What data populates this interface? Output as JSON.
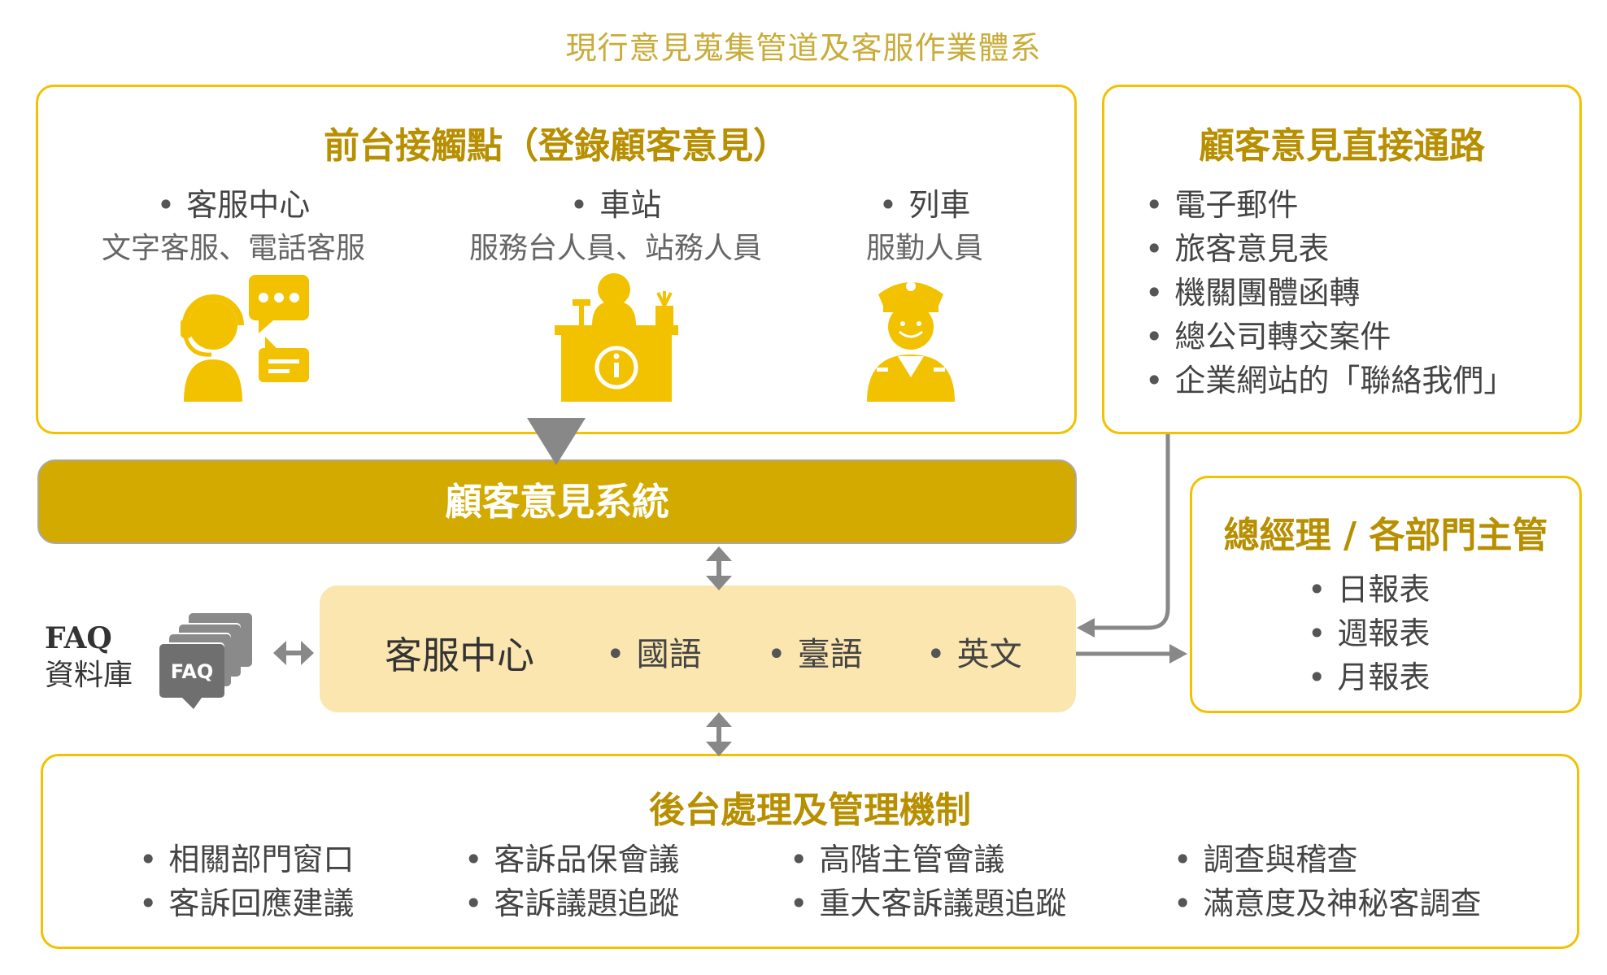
{
  "title": "現行意見蒐集管道及客服作業體系",
  "front": {
    "heading": "前台接觸點（登錄顧客意見）",
    "columns": [
      {
        "label": "客服中心",
        "sub": "文字客服、電話客服",
        "icon": "customer-service-headset-icon"
      },
      {
        "label": "車站",
        "sub": "服務台人員、站務人員",
        "icon": "station-service-desk-icon"
      },
      {
        "label": "列車",
        "sub": "服勤人員",
        "icon": "train-crew-icon"
      }
    ]
  },
  "direct": {
    "heading": "顧客意見直接通路",
    "items": [
      "電子郵件",
      "旅客意見表",
      "機關團體函轉",
      "總公司轉交案件",
      "企業網站的「聯絡我們」"
    ]
  },
  "system": {
    "label": "顧客意見系統"
  },
  "faq": {
    "label_en": "FAQ",
    "label_zh": "資料庫",
    "icon_text": "FAQ"
  },
  "cs_center": {
    "label": "客服中心",
    "languages": [
      "國語",
      "臺語",
      "英文"
    ]
  },
  "gm": {
    "heading": "總經理 / 各部門主管",
    "items": [
      "日報表",
      "週報表",
      "月報表"
    ]
  },
  "back": {
    "heading": "後台處理及管理機制",
    "columns": [
      [
        "相關部門窗口",
        "客訴回應建議"
      ],
      [
        "客訴品保會議",
        "客訴議題追蹤"
      ],
      [
        "高階主管會議",
        "重大客訴議題追蹤"
      ],
      [
        "調查與稽查",
        "滿意度及神秘客調查"
      ]
    ]
  },
  "colors": {
    "accent": "#f2c200",
    "system_bar": "#d2aa00",
    "cs_fill": "#fbe6b0",
    "heading": "#b78f00",
    "arrow": "#888888"
  }
}
